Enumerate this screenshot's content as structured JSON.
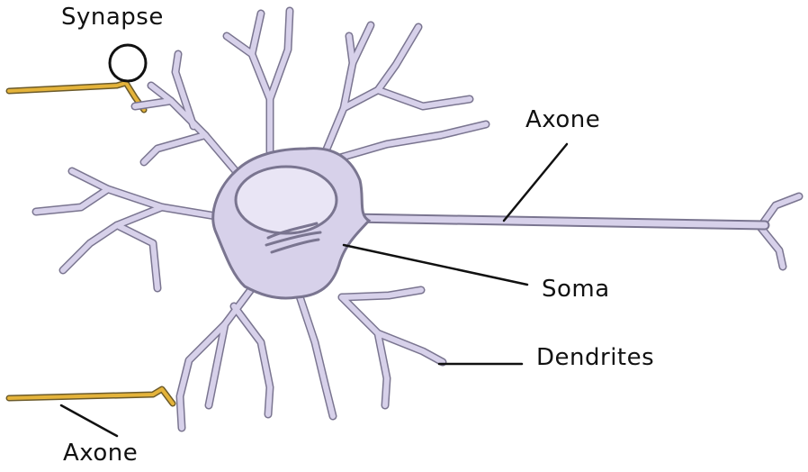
{
  "labels": {
    "synapse": "Synapse",
    "axone_right": "Axone",
    "soma": "Soma",
    "dendrites": "Dendrites",
    "axone_bottom": "Axone"
  },
  "colors": {
    "cell_fill": "#d7d1ea",
    "cell_stroke": "#7a7590",
    "nucleus_fill": "#e9e5f5",
    "incoming_axon": "#e4b33a",
    "leader_line": "#111111"
  }
}
